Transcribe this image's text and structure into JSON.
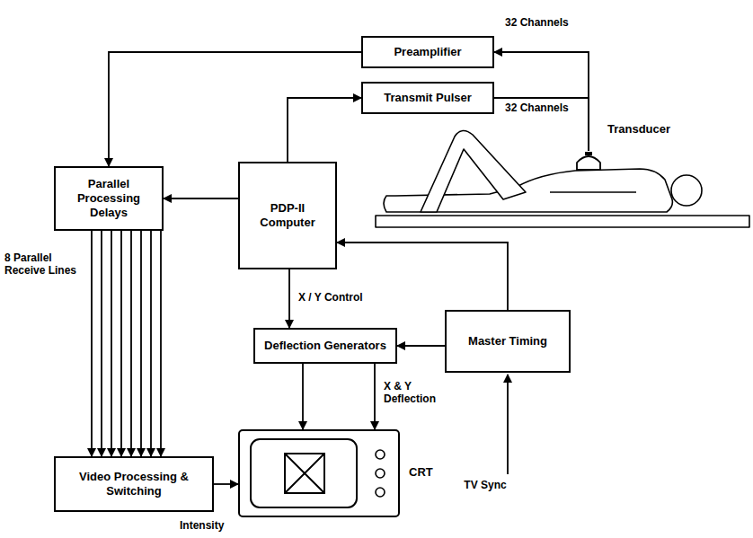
{
  "diagram": {
    "nodes": [
      {
        "text": [
          "Preamplifier"
        ]
      },
      {
        "text": [
          "Transmit Pulser"
        ]
      },
      {
        "text": [
          "Transducer"
        ]
      },
      {
        "text": [
          "Parallel Processing Delays"
        ]
      },
      {
        "text": [
          "PDP-II Computer"
        ]
      },
      {
        "text": [
          "Deflection Generators"
        ]
      },
      {
        "text": [
          "Master Timing"
        ]
      },
      {
        "text": [
          "Video Processing & Switching"
        ]
      },
      {
        "text": [
          "CRT"
        ]
      }
    ],
    "edges": [
      {
        "from": 2,
        "to": 0,
        "arrow": "to"
      },
      {
        "from": 1,
        "to": 2,
        "arrow": "none"
      },
      {
        "from": 4,
        "to": 1,
        "arrow": "to"
      },
      {
        "from": 0,
        "to": 3,
        "arrow": "to"
      },
      {
        "from": 4,
        "to": 3,
        "arrow": "to"
      },
      {
        "from": 3,
        "to": 7,
        "arrow": "to"
      },
      {
        "from": 4,
        "to": 5,
        "label": "X / Y Control",
        "arrow": "to"
      },
      {
        "from": 6,
        "to": 5,
        "arrow": "to"
      },
      {
        "from": 6,
        "to": 4,
        "arrow": "to"
      },
      {
        "from": 5,
        "to": 8,
        "label": "X & Y Deflection",
        "arrow": "to"
      },
      {
        "from": 7,
        "to": 8,
        "label": "Intensity",
        "arrow": "to"
      }
    ],
    "labels": [
      "32 Channels",
      "32 Channels",
      "8 Parallel Receive Lines",
      "TV Sync"
    ]
  }
}
